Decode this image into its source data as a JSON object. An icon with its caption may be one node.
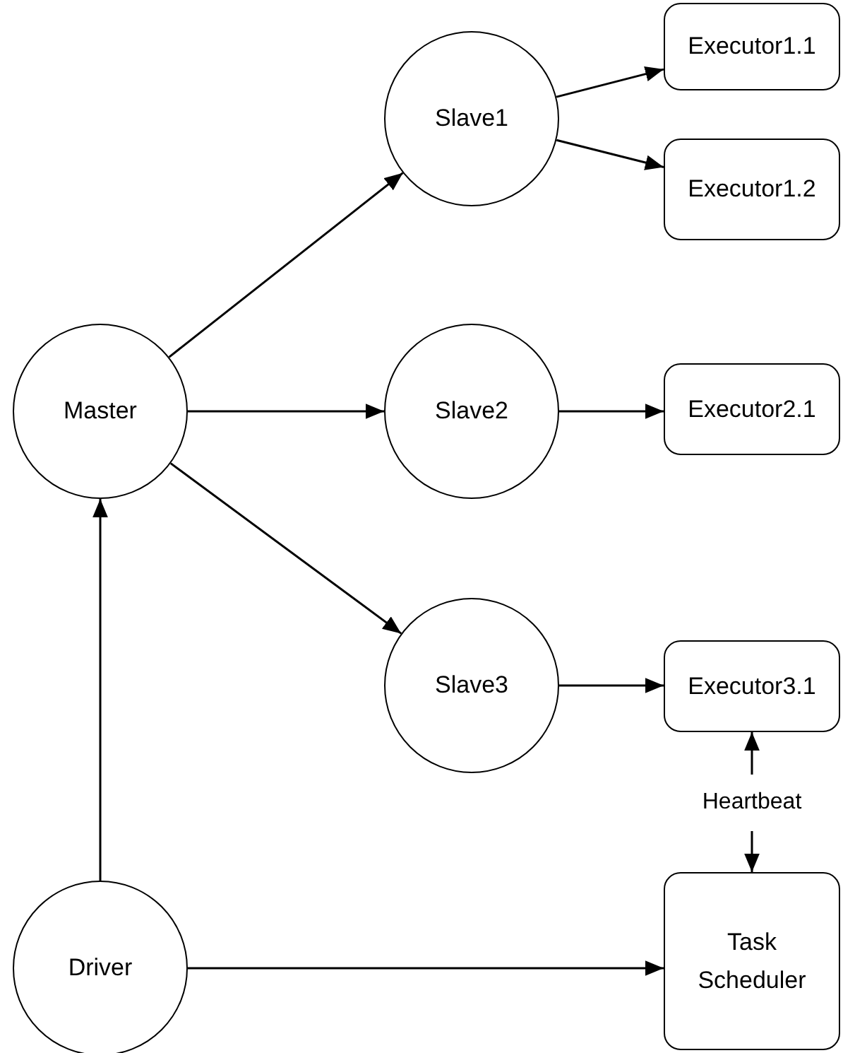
{
  "diagram": {
    "nodes": [
      {
        "text": [
          "Master"
        ]
      },
      {
        "text": [
          "Slave1"
        ]
      },
      {
        "text": [
          "Slave2"
        ]
      },
      {
        "text": [
          "Slave3"
        ]
      },
      {
        "text": [
          "Executor1.1"
        ]
      },
      {
        "text": [
          "Executor1.2"
        ]
      },
      {
        "text": [
          "Executor2.1"
        ]
      },
      {
        "text": [
          "Executor3.1"
        ]
      },
      {
        "text": [
          "Driver"
        ]
      },
      {
        "text": [
          "Task Scheduler"
        ]
      }
    ],
    "edges": [
      {
        "from": 0,
        "to": 1,
        "arrow": "to"
      },
      {
        "from": 0,
        "to": 2,
        "arrow": "to"
      },
      {
        "from": 0,
        "to": 3,
        "arrow": "to"
      },
      {
        "from": 1,
        "to": 4,
        "arrow": "to"
      },
      {
        "from": 1,
        "to": 5,
        "arrow": "to"
      },
      {
        "from": 2,
        "to": 6,
        "arrow": "to"
      },
      {
        "from": 3,
        "to": 7,
        "arrow": "to"
      },
      {
        "from": 8,
        "to": 0,
        "arrow": "to"
      },
      {
        "from": 8,
        "to": 9,
        "arrow": "to"
      },
      {
        "from": 7,
        "to": 9,
        "arrow": "both",
        "label": "Heartbeat"
      }
    ]
  }
}
